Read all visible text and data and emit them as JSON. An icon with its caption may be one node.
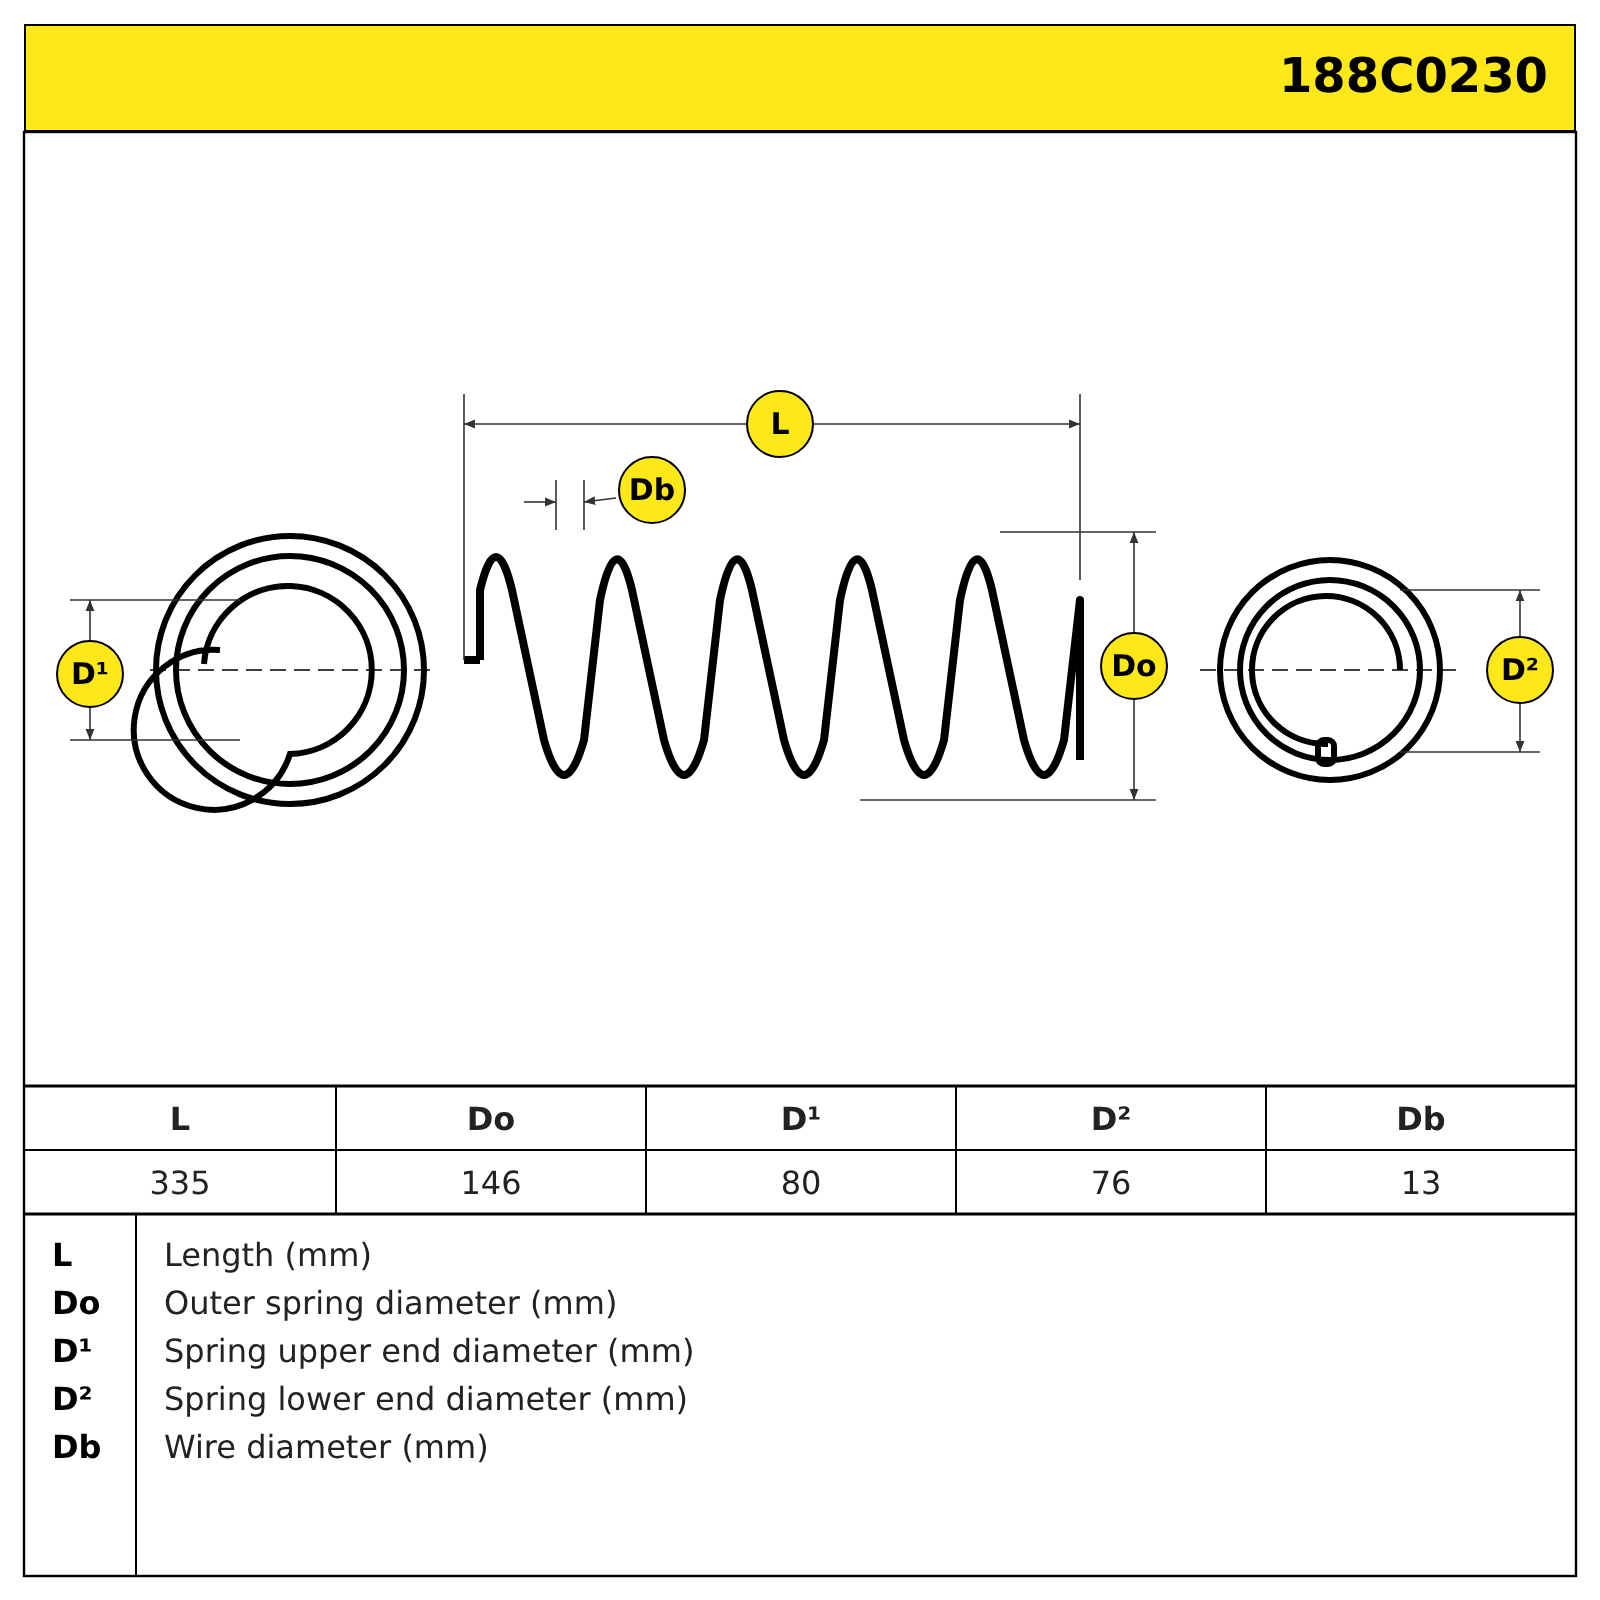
{
  "diagram": {
    "title": "188C0230",
    "labels": [
      "L",
      "Db",
      "D¹",
      "Do",
      "D²",
      "L",
      "Do",
      "D¹",
      "D²",
      "Db",
      "335",
      "146",
      "80",
      "76",
      "13",
      "L",
      "Length (mm)",
      "Do",
      "Outer spring diameter (mm)",
      "D¹",
      "Spring upper end diameter (mm)",
      "D²",
      "Spring lower end diameter (mm)",
      "Db",
      "Wire diameter (mm)"
    ]
  }
}
